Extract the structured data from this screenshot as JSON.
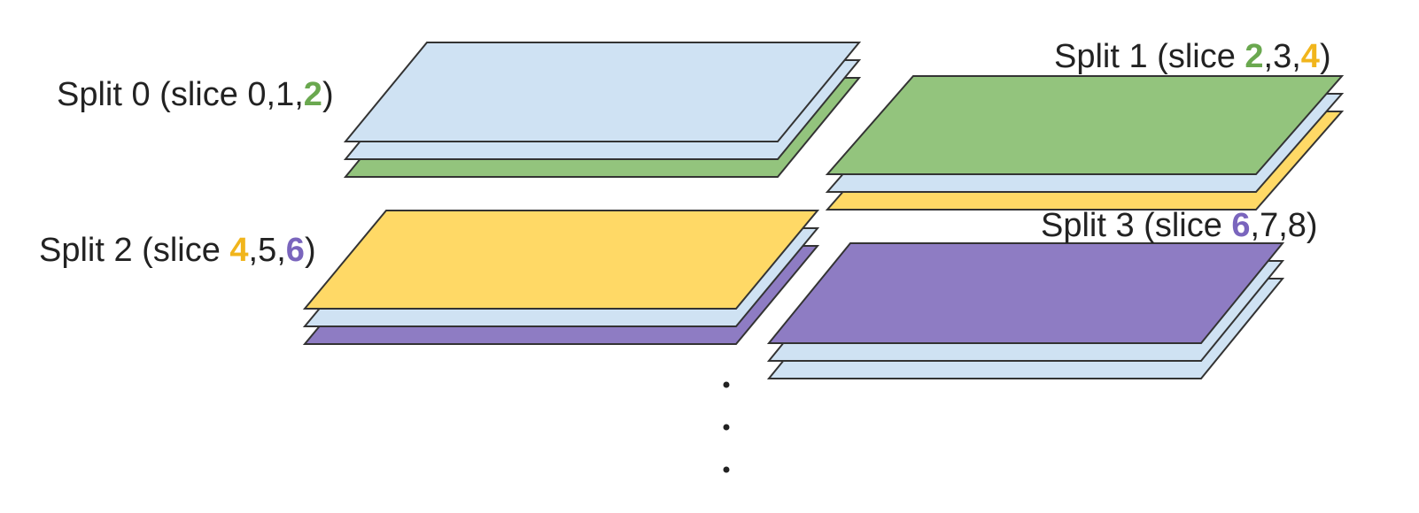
{
  "colors": {
    "blue": "#cfe2f3",
    "green": "#93c47d",
    "yellow": "#ffd966",
    "purple": "#8e7cc3",
    "outline": "#333333"
  },
  "splits": [
    {
      "id": "split-0",
      "label": {
        "prefix": "Split 0 (slice ",
        "parts": [
          {
            "text": "0,1,",
            "highlight": ""
          },
          {
            "text": "2",
            "highlight": "green"
          },
          {
            "text": ")",
            "highlight": ""
          }
        ]
      },
      "layers_top_to_bottom": [
        "blue",
        "blue",
        "green"
      ]
    },
    {
      "id": "split-1",
      "label": {
        "prefix": "Split 1 (slice ",
        "parts": [
          {
            "text": "2",
            "highlight": "green"
          },
          {
            "text": ",3,",
            "highlight": ""
          },
          {
            "text": "4",
            "highlight": "yellow"
          },
          {
            "text": ")",
            "highlight": ""
          }
        ]
      },
      "layers_top_to_bottom": [
        "green",
        "blue",
        "yellow"
      ]
    },
    {
      "id": "split-2",
      "label": {
        "prefix": "Split 2 (slice ",
        "parts": [
          {
            "text": "4",
            "highlight": "yellow"
          },
          {
            "text": ",5,",
            "highlight": ""
          },
          {
            "text": "6",
            "highlight": "purple"
          },
          {
            "text": ")",
            "highlight": ""
          }
        ]
      },
      "layers_top_to_bottom": [
        "yellow",
        "blue",
        "purple"
      ]
    },
    {
      "id": "split-3",
      "label": {
        "prefix": "Split 3 (slice ",
        "parts": [
          {
            "text": "6",
            "highlight": "purple"
          },
          {
            "text": ",7,8)",
            "highlight": ""
          }
        ]
      },
      "layers_top_to_bottom": [
        "purple",
        "blue",
        "blue"
      ]
    }
  ],
  "continuation": {
    "dots": 3
  }
}
